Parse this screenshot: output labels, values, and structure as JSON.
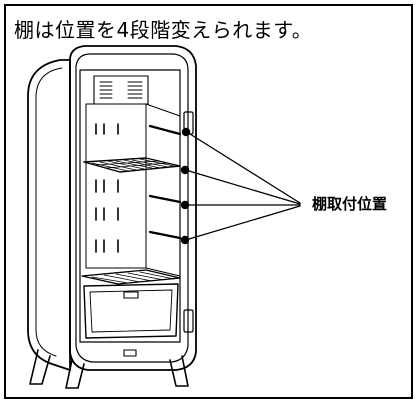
{
  "caption": "棚は位置を4段階変えられます。",
  "callout_label": "棚取付位置",
  "colors": {
    "line": "#000000",
    "background": "#ffffff"
  },
  "icons": [
    "refrigerator-illustration",
    "shelf-mount-point-icon"
  ]
}
